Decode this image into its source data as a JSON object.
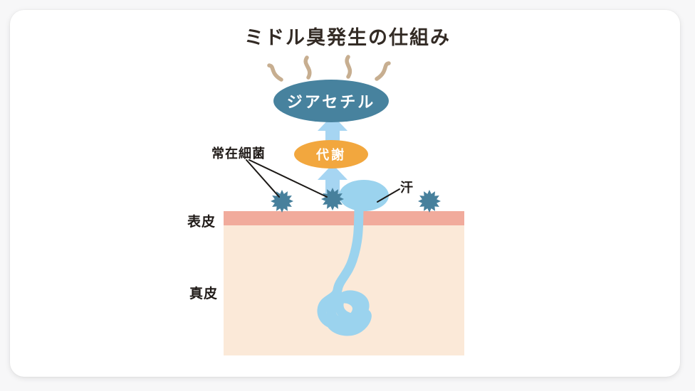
{
  "title": "ミドル臭発生の仕組み",
  "nodes": {
    "diacetyl": "ジアセチル",
    "metabolism": "代謝"
  },
  "labels": {
    "bacteria": "常在細菌",
    "sweat": "汗",
    "epidermis": "表皮",
    "dermis": "真皮"
  },
  "icons": {
    "steam": "steam-wisps",
    "up_arrow": "thick-up-arrow",
    "bacteria": "spiky-microbe-burst",
    "sweat_gland": "coiled-sweat-gland"
  },
  "colors": {
    "page-bg": "#f7f7f8",
    "card-bg": "#ffffff",
    "ink": "#332b25",
    "label-ink": "#201b18",
    "diacetyl": "#47829e",
    "metabolism": "#f2a73e",
    "arrow": "#a6d5f2",
    "sweat": "#9bd3ee",
    "bacteria": "#47809c",
    "steam": "#c7ae90",
    "epidermis": "#f1ab9c",
    "dermis": "#fbe9d8",
    "pointer": "#1c1916"
  }
}
